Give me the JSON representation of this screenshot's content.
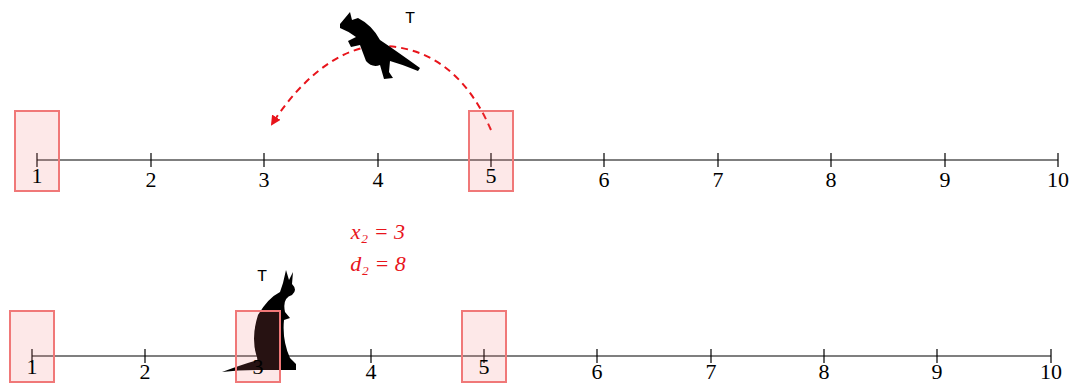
{
  "diagram": {
    "nodes": [
      {
        "text": [
          "1"
        ]
      },
      {
        "text": [
          "5"
        ]
      },
      {
        "text": [
          "1"
        ]
      },
      {
        "text": [
          "3"
        ]
      },
      {
        "text": [
          "5"
        ]
      }
    ],
    "labels": [
      "T",
      "2",
      "3",
      "4",
      "6",
      "7",
      "8",
      "9",
      "10",
      "x₂ = 3",
      "d₂ = 8",
      "T",
      "2",
      "4",
      "6",
      "7",
      "8",
      "9",
      "10"
    ]
  }
}
